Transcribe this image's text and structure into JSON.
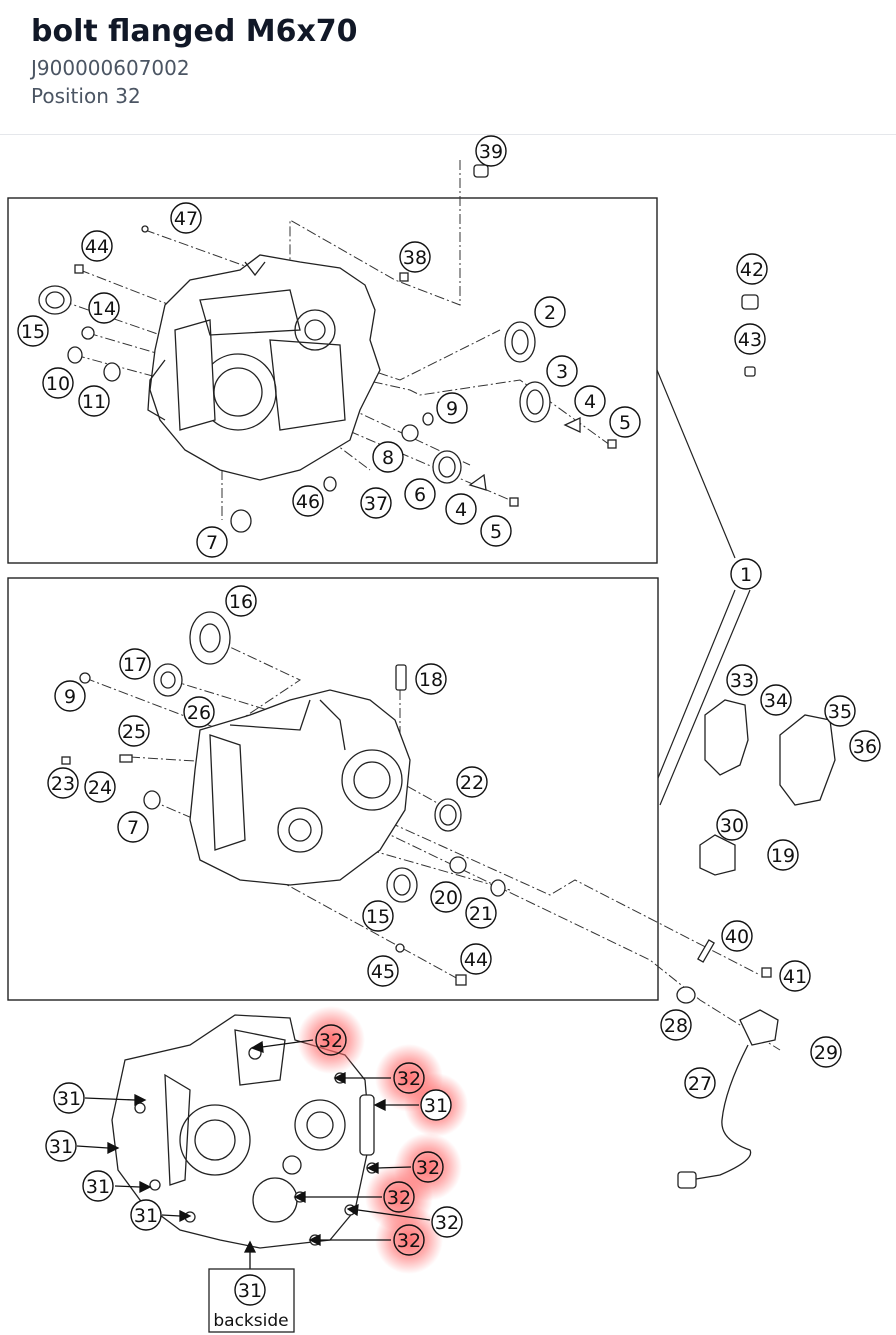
{
  "part": {
    "title": "bolt flanged M6x70",
    "number": "J900000607002",
    "position_label": "Position 32"
  },
  "diagram": {
    "highlight_color": "#ff6b6b",
    "highlighted_position": "32",
    "note_backside": "backside",
    "callouts": [
      {
        "id": "39",
        "label": "39"
      },
      {
        "id": "47",
        "label": "47"
      },
      {
        "id": "44a",
        "label": "44"
      },
      {
        "id": "38",
        "label": "38"
      },
      {
        "id": "42",
        "label": "42"
      },
      {
        "id": "43",
        "label": "43"
      },
      {
        "id": "2",
        "label": "2"
      },
      {
        "id": "14",
        "label": "14"
      },
      {
        "id": "15a",
        "label": "15"
      },
      {
        "id": "3",
        "label": "3"
      },
      {
        "id": "10",
        "label": "10"
      },
      {
        "id": "11",
        "label": "11"
      },
      {
        "id": "4a",
        "label": "4"
      },
      {
        "id": "5a",
        "label": "5"
      },
      {
        "id": "9a",
        "label": "9"
      },
      {
        "id": "8",
        "label": "8"
      },
      {
        "id": "46",
        "label": "46"
      },
      {
        "id": "37",
        "label": "37"
      },
      {
        "id": "6",
        "label": "6"
      },
      {
        "id": "4b",
        "label": "4"
      },
      {
        "id": "5b",
        "label": "5"
      },
      {
        "id": "7a",
        "label": "7"
      },
      {
        "id": "1",
        "label": "1"
      },
      {
        "id": "16",
        "label": "16"
      },
      {
        "id": "17",
        "label": "17"
      },
      {
        "id": "18",
        "label": "18"
      },
      {
        "id": "9b",
        "label": "9"
      },
      {
        "id": "26",
        "label": "26"
      },
      {
        "id": "25",
        "label": "25"
      },
      {
        "id": "33",
        "label": "33"
      },
      {
        "id": "34",
        "label": "34"
      },
      {
        "id": "35",
        "label": "35"
      },
      {
        "id": "36",
        "label": "36"
      },
      {
        "id": "23",
        "label": "23"
      },
      {
        "id": "24",
        "label": "24"
      },
      {
        "id": "22",
        "label": "22"
      },
      {
        "id": "7b",
        "label": "7"
      },
      {
        "id": "30",
        "label": "30"
      },
      {
        "id": "19",
        "label": "19"
      },
      {
        "id": "20",
        "label": "20"
      },
      {
        "id": "21",
        "label": "21"
      },
      {
        "id": "15b",
        "label": "15"
      },
      {
        "id": "40",
        "label": "40"
      },
      {
        "id": "45",
        "label": "45"
      },
      {
        "id": "44b",
        "label": "44"
      },
      {
        "id": "41",
        "label": "41"
      },
      {
        "id": "28",
        "label": "28"
      },
      {
        "id": "29",
        "label": "29"
      },
      {
        "id": "27",
        "label": "27"
      },
      {
        "id": "32a",
        "label": "32"
      },
      {
        "id": "32b",
        "label": "32"
      },
      {
        "id": "31a",
        "label": "31"
      },
      {
        "id": "31b",
        "label": "31"
      },
      {
        "id": "31c",
        "label": "31"
      },
      {
        "id": "32c",
        "label": "32"
      },
      {
        "id": "31d",
        "label": "31"
      },
      {
        "id": "32d",
        "label": "32"
      },
      {
        "id": "31e",
        "label": "31"
      },
      {
        "id": "32e",
        "label": "32"
      },
      {
        "id": "32f",
        "label": "32"
      },
      {
        "id": "31f",
        "label": "31"
      }
    ]
  }
}
